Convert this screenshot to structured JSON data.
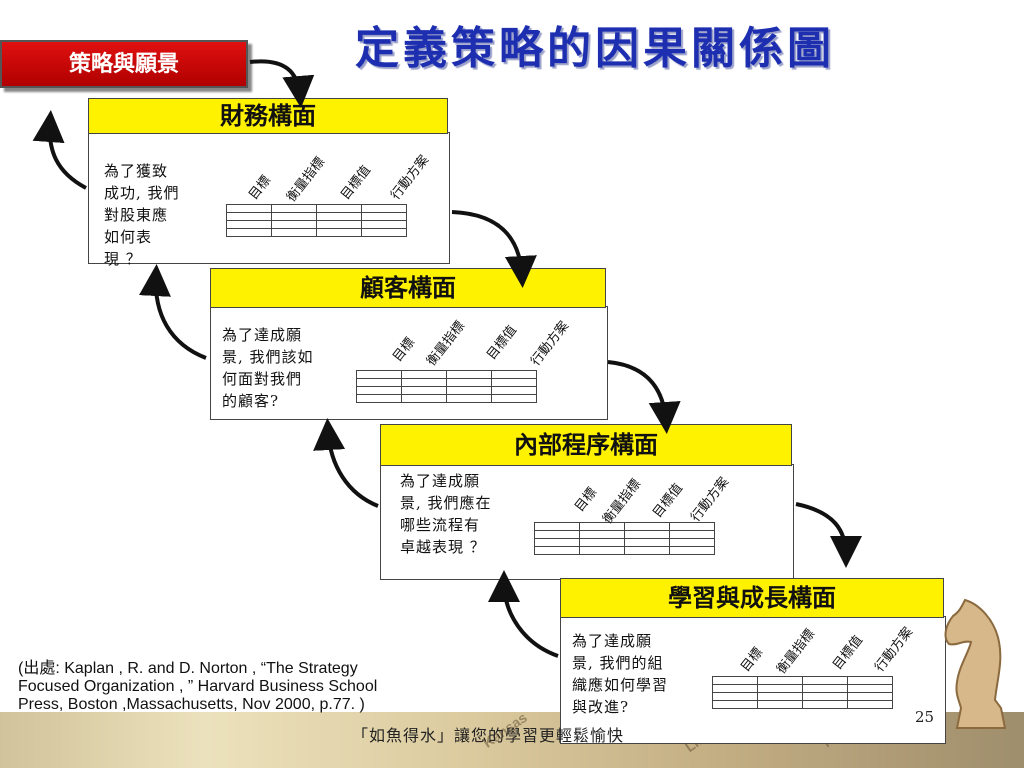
{
  "title": "定義策略的因果關係圖",
  "vision_label": "策略與願景",
  "column_labels": [
    "目標",
    "衡量指標",
    "目標值",
    "行動方案"
  ],
  "perspectives": [
    {
      "header": "財務構面",
      "question": [
        "為了獲致",
        "成功, 我們",
        "對股東應",
        "如何表",
        "現 ？"
      ]
    },
    {
      "header": "顧客構面",
      "question": [
        "為了達成願",
        "景, 我們該如",
        "何面對我們",
        "的顧客?"
      ]
    },
    {
      "header": "內部程序構面",
      "question": [
        "為了達成願",
        "景, 我們應在",
        "哪些流程有",
        "卓越表現 ？"
      ]
    },
    {
      "header": "學習與成長構面",
      "question": [
        "為了達成願",
        "景, 我們的組",
        "織應如何學習",
        "與改進?"
      ]
    }
  ],
  "citation": [
    "(出處: Kaplan , R. and D. Norton , “The Strategy",
    "Focused Organization , ” Harvard Business School",
    "Press, Boston ,Massachusetts, Nov 2000, p.77. )"
  ],
  "footer": "「如魚得水」讓您的學習更輕鬆愉快",
  "page_number": "25",
  "colors": {
    "title": "#1d2fb0",
    "vision_box": "#d00000",
    "header": "#fff200"
  }
}
